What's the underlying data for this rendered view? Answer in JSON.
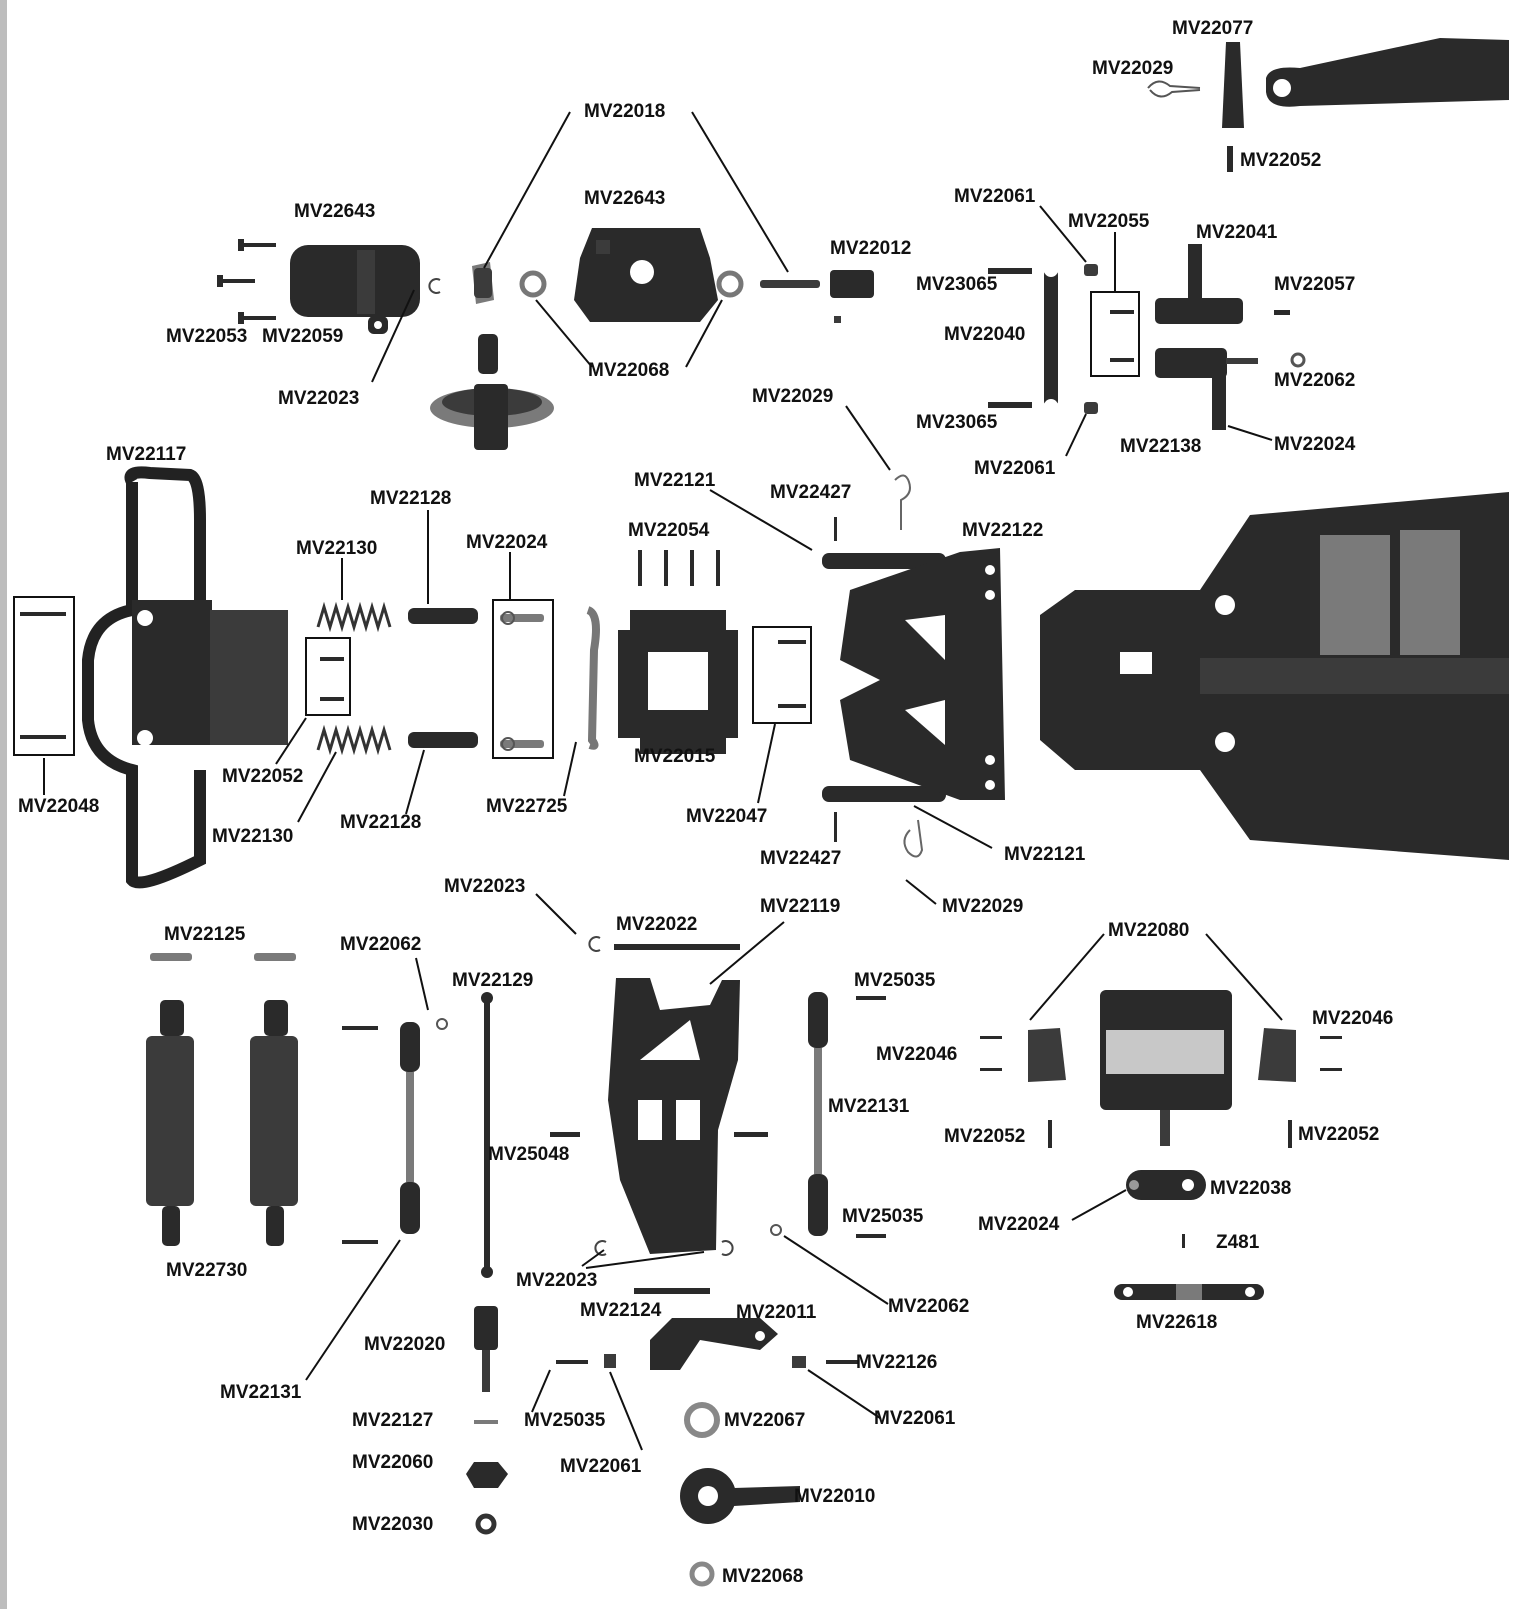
{
  "diagram": {
    "labels": [
      {
        "id": "mv22077",
        "text": "MV22077"
      },
      {
        "id": "mv22029-top",
        "text": "MV22029"
      },
      {
        "id": "mv22052-top",
        "text": "MV22052"
      },
      {
        "id": "mv22018",
        "text": "MV22018"
      },
      {
        "id": "mv22643-a",
        "text": "MV22643"
      },
      {
        "id": "mv22643-b",
        "text": "MV22643"
      },
      {
        "id": "mv22012",
        "text": "MV22012"
      },
      {
        "id": "mv22061-a",
        "text": "MV22061"
      },
      {
        "id": "mv22055",
        "text": "MV22055"
      },
      {
        "id": "mv22041",
        "text": "MV22041"
      },
      {
        "id": "mv23065-a",
        "text": "MV23065"
      },
      {
        "id": "mv22057",
        "text": "MV22057"
      },
      {
        "id": "mv22053",
        "text": "MV22053"
      },
      {
        "id": "mv22059",
        "text": "MV22059"
      },
      {
        "id": "mv22040",
        "text": "MV22040"
      },
      {
        "id": "mv22068-a",
        "text": "MV22068"
      },
      {
        "id": "mv22062-a",
        "text": "MV22062"
      },
      {
        "id": "mv22023-a",
        "text": "MV22023"
      },
      {
        "id": "mv22029-a",
        "text": "MV22029"
      },
      {
        "id": "mv23065-b",
        "text": "MV23065"
      },
      {
        "id": "mv22138",
        "text": "MV22138"
      },
      {
        "id": "mv22024-a",
        "text": "MV22024"
      },
      {
        "id": "mv22117",
        "text": "MV22117"
      },
      {
        "id": "mv22061-b",
        "text": "MV22061"
      },
      {
        "id": "mv22121-a",
        "text": "MV22121"
      },
      {
        "id": "mv22427-a",
        "text": "MV22427"
      },
      {
        "id": "mv22128-a",
        "text": "MV22128"
      },
      {
        "id": "mv22054",
        "text": "MV22054"
      },
      {
        "id": "mv22122",
        "text": "MV22122"
      },
      {
        "id": "mv22130-a",
        "text": "MV22130"
      },
      {
        "id": "mv22024-b",
        "text": "MV22024"
      },
      {
        "id": "mv22015",
        "text": "MV22015"
      },
      {
        "id": "mv22052-a",
        "text": "MV22052"
      },
      {
        "id": "mv22048",
        "text": "MV22048"
      },
      {
        "id": "mv22725",
        "text": "MV22725"
      },
      {
        "id": "mv22047",
        "text": "MV22047"
      },
      {
        "id": "mv22128-b",
        "text": "MV22128"
      },
      {
        "id": "mv22130-b",
        "text": "MV22130"
      },
      {
        "id": "mv22121-b",
        "text": "MV22121"
      },
      {
        "id": "mv22427-b",
        "text": "MV22427"
      },
      {
        "id": "mv22023-b",
        "text": "MV22023"
      },
      {
        "id": "mv22029-b",
        "text": "MV22029"
      },
      {
        "id": "mv22119",
        "text": "MV22119"
      },
      {
        "id": "mv22022",
        "text": "MV22022"
      },
      {
        "id": "mv22080",
        "text": "MV22080"
      },
      {
        "id": "mv22125",
        "text": "MV22125"
      },
      {
        "id": "mv22062-b",
        "text": "MV22062"
      },
      {
        "id": "mv22129",
        "text": "MV22129"
      },
      {
        "id": "mv25035-a",
        "text": "MV25035"
      },
      {
        "id": "mv22046-a",
        "text": "MV22046"
      },
      {
        "id": "mv22046-b",
        "text": "MV22046"
      },
      {
        "id": "mv22131-a",
        "text": "MV22131"
      },
      {
        "id": "mv22052-b",
        "text": "MV22052"
      },
      {
        "id": "mv22052-c",
        "text": "MV22052"
      },
      {
        "id": "mv25048",
        "text": "MV25048"
      },
      {
        "id": "mv22038",
        "text": "MV22038"
      },
      {
        "id": "mv25035-b",
        "text": "MV25035"
      },
      {
        "id": "mv22024-c",
        "text": "MV22024"
      },
      {
        "id": "z481",
        "text": "Z481"
      },
      {
        "id": "mv22730",
        "text": "MV22730"
      },
      {
        "id": "mv22023-c",
        "text": "MV22023"
      },
      {
        "id": "mv22062-c",
        "text": "MV22062"
      },
      {
        "id": "mv22124",
        "text": "MV22124"
      },
      {
        "id": "mv22011",
        "text": "MV22011"
      },
      {
        "id": "mv22618",
        "text": "MV22618"
      },
      {
        "id": "mv22020",
        "text": "MV22020"
      },
      {
        "id": "mv22126",
        "text": "MV22126"
      },
      {
        "id": "mv22131-b",
        "text": "MV22131"
      },
      {
        "id": "mv22127",
        "text": "MV22127"
      },
      {
        "id": "mv25035-c",
        "text": "MV25035"
      },
      {
        "id": "mv22067",
        "text": "MV22067"
      },
      {
        "id": "mv22061-c",
        "text": "MV22061"
      },
      {
        "id": "mv22060",
        "text": "MV22060"
      },
      {
        "id": "mv22061-d",
        "text": "MV22061"
      },
      {
        "id": "mv22010",
        "text": "MV22010"
      },
      {
        "id": "mv22030",
        "text": "MV22030"
      },
      {
        "id": "mv22068-b",
        "text": "MV22068"
      }
    ]
  }
}
